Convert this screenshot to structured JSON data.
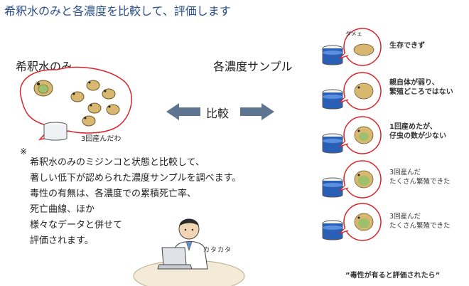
{
  "title": "希釈水のみと各濃度を比較して、評価します",
  "left_label": "希釈水のみ",
  "right_label": "各濃度サンプル",
  "compare_label": "比較",
  "left_caption": "3回産んだわ",
  "note_mark": "※",
  "description": [
    "希釈水のみのミジンコと状態と比較して、",
    "著しい低下が認められた濃度サンプルを調べます。",
    "毒性の有無は、各濃度での累積死亡率、",
    "死亡曲線、ほか",
    "様々なデータと併せて",
    "評価されます。"
  ],
  "typing_text": "カタカタ",
  "samples": [
    {
      "exclaim": "ダメェ",
      "lines": [
        "生存できず"
      ]
    },
    {
      "lines": [
        "親自体が弱り、",
        "繁殖どころではない"
      ]
    },
    {
      "lines": [
        "1回産めたが、",
        "仔虫の数が少ない"
      ]
    },
    {
      "lines": [
        "3回産んだ",
        "たくさん繁殖できた"
      ]
    },
    {
      "lines": [
        "3回産んだ",
        "たくさん繁殖できた"
      ]
    }
  ],
  "bottom_note": "”毒性が有ると評価されたら”",
  "colors": {
    "title": "#2a4f8a",
    "bubble_border": "#d9232a",
    "water": "#2a5fb8",
    "arrow": "#5d7590",
    "daphnia": "#c9a35c"
  },
  "icons": [
    "beaker-icon",
    "daphnia-icon",
    "scientist-icon",
    "laptop-icon",
    "arrow-left-icon",
    "arrow-right-icon"
  ]
}
